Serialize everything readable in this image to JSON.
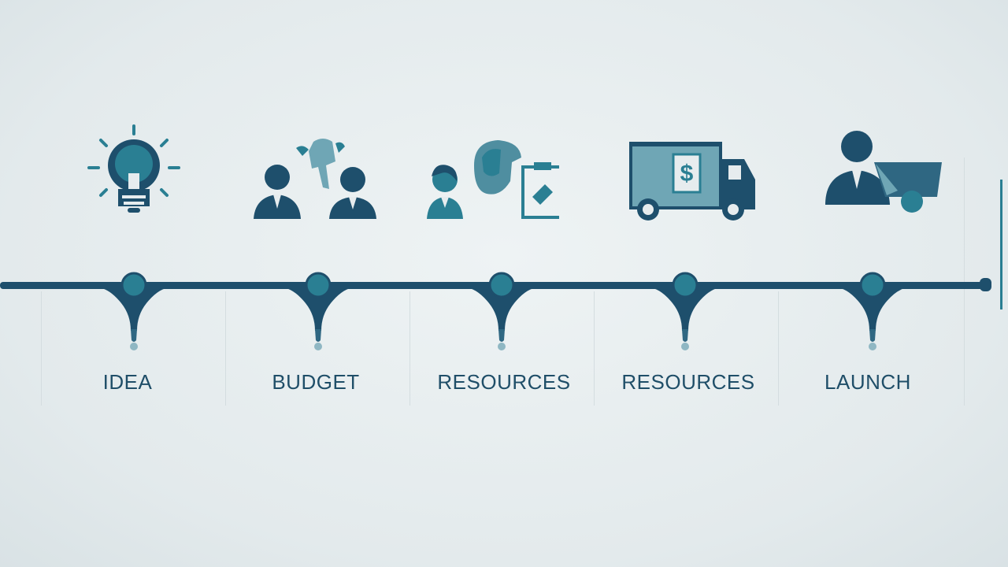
{
  "colors": {
    "dark": "#1e4f6c",
    "teal": "#2a7f93",
    "light_teal": "#6fa6b5",
    "background": "#e6ecee"
  },
  "stages": [
    {
      "label": "IDEA",
      "icon": "lightbulb-icon"
    },
    {
      "label": "BUDGET",
      "icon": "team-people-icon"
    },
    {
      "label": "RESOURCES",
      "icon": "person-clipboard-icon"
    },
    {
      "label": "RESOURCES",
      "icon": "delivery-truck-icon"
    },
    {
      "label": "LAUNCH",
      "icon": "person-vehicle-icon"
    }
  ],
  "truck_sign": "$"
}
